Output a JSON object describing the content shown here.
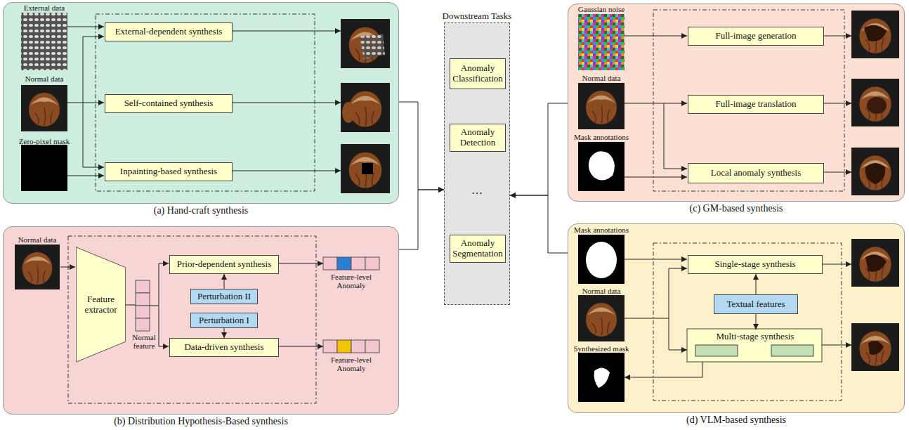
{
  "diagram": {
    "nodes": [
      {
        "text": [
          "(a) Hand-craft synthesis"
        ]
      },
      {
        "text": [
          "External-dependent synthesis"
        ],
        "in": 0
      },
      {
        "text": [
          "Self-contained synthesis"
        ],
        "in": 0
      },
      {
        "text": [
          "Inpainting-based synthesis"
        ],
        "in": 0
      },
      {
        "text": [
          "(b) Distribution Hypothesis-Based synthesis"
        ]
      },
      {
        "text": [
          "Feature extractor"
        ],
        "in": 4
      },
      {
        "text": [
          "Prior-dependent synthesis"
        ],
        "in": 4
      },
      {
        "text": [
          "Perturbation II"
        ],
        "in": 4
      },
      {
        "text": [
          "Perturbation I"
        ],
        "in": 4
      },
      {
        "text": [
          "Data-driven synthesis"
        ],
        "in": 4
      },
      {
        "text": [
          "Downstream Tasks"
        ]
      },
      {
        "text": [
          "Anomaly Classification"
        ],
        "in": 10
      },
      {
        "text": [
          "Anomaly Detection"
        ],
        "in": 10
      },
      {
        "text": [
          "Anomaly Segmentation"
        ],
        "in": 10
      },
      {
        "text": [
          "(c) GM-based synthesis"
        ]
      },
      {
        "text": [
          "Full-image generation"
        ],
        "in": 14
      },
      {
        "text": [
          "Full-image translation"
        ],
        "in": 14
      },
      {
        "text": [
          "Local anomaly synthesis"
        ],
        "in": 14
      },
      {
        "text": [
          "(d) VLM-based synthesis"
        ]
      },
      {
        "text": [
          "Single-stage synthesis"
        ],
        "in": 18
      },
      {
        "text": [
          "Textual features"
        ],
        "in": 18
      },
      {
        "text": [
          "Multi-stage synthesis"
        ],
        "in": 18
      }
    ],
    "edges": [
      {
        "from": 0,
        "to": 10,
        "arrow": "to"
      },
      {
        "from": 4,
        "to": 10,
        "arrow": "to"
      },
      {
        "from": 7,
        "to": 6,
        "arrow": "to"
      },
      {
        "from": 8,
        "to": 9,
        "arrow": "to"
      },
      {
        "from": 14,
        "to": 10,
        "arrow": "to"
      },
      {
        "from": 18,
        "to": 10,
        "arrow": "to"
      },
      {
        "from": 20,
        "to": 19,
        "arrow": "to"
      },
      {
        "from": 20,
        "to": 21,
        "arrow": "to"
      }
    ],
    "labels": [
      "External data",
      "Normal data",
      "Zero-pixel mask",
      "Normal data",
      "Normal feature",
      "Feature-level Anomaly",
      "Feature-level Anomaly",
      "…",
      "Gaussian noise",
      "Normal data",
      "Mask annotations",
      "Mask annotations",
      "Normal data",
      "Synthesized mask"
    ]
  }
}
